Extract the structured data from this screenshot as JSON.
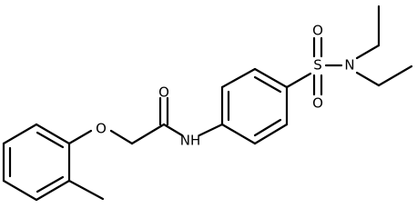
{
  "molecule": {
    "atoms": {
      "ether_oxygen": "O",
      "carbonyl_oxygen": "O",
      "amide_nitrogen": "NH",
      "sulfur": "S",
      "sulfonyl_oxygen_top": "O",
      "sulfonyl_oxygen_bottom": "O",
      "sulfonamide_nitrogen": "N"
    }
  }
}
